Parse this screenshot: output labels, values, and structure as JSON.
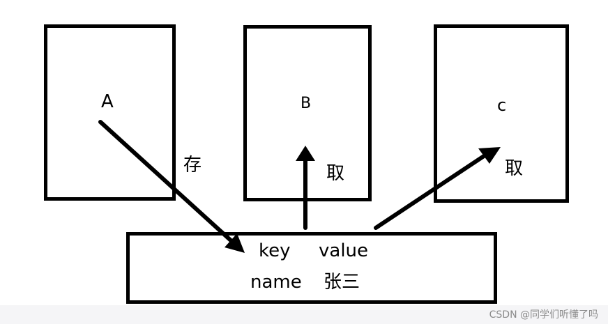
{
  "nodes": {
    "a": {
      "label": "A"
    },
    "b": {
      "label": "B"
    },
    "c": {
      "label": "c"
    }
  },
  "storage": {
    "header_key": "key",
    "header_value": "value",
    "row_key": "name",
    "row_value": "张三"
  },
  "edges": {
    "a_to_storage": {
      "label": "存"
    },
    "storage_to_b": {
      "label": "取"
    },
    "storage_to_c": {
      "label": "取"
    }
  },
  "watermark": "CSDN @同学们听懂了吗",
  "colors": {
    "stroke": "#000000",
    "background": "#ffffff",
    "footer_band": "#f5f5f7",
    "watermark_text": "#8a8a8a"
  }
}
